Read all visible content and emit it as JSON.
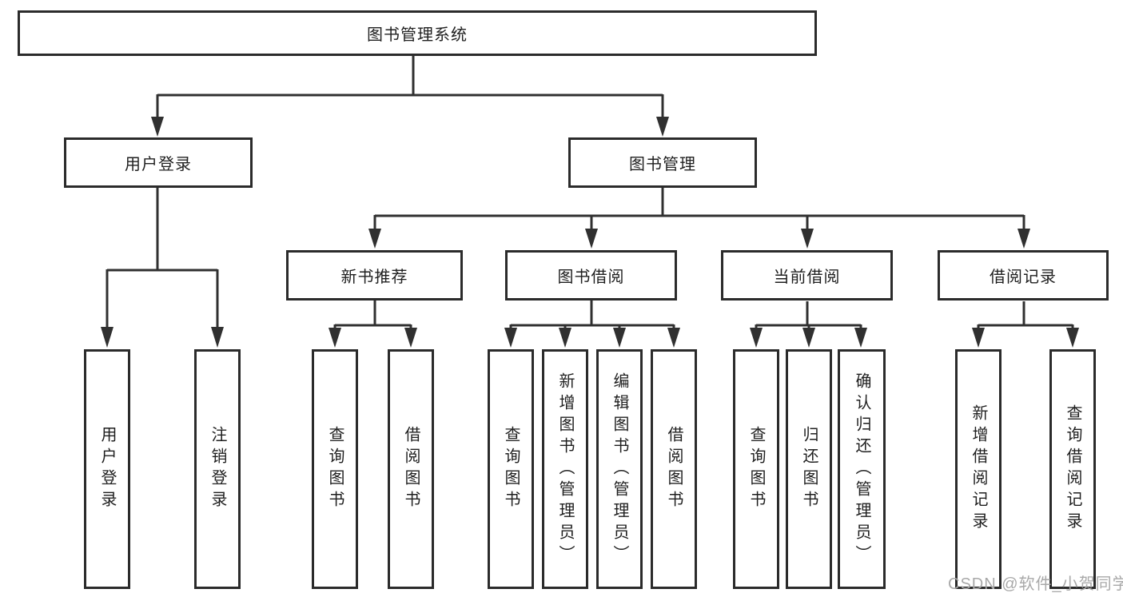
{
  "diagram": {
    "title": "图书管理系统",
    "watermark": "CSDN @软件_小贺同学",
    "colors": {
      "line": "#303030",
      "box_border": "#2b2b2b",
      "text": "#1f1f1f",
      "watermark_text": "#a9a9a9",
      "background": "#ffffff"
    },
    "nodes": {
      "root": {
        "label": "图书管理系统"
      },
      "user_login": {
        "label": "用户登录"
      },
      "book_mgmt": {
        "label": "图书管理"
      },
      "new_book_rec": {
        "label": "新书推荐"
      },
      "book_borrow": {
        "label": "图书借阅"
      },
      "current_borrow": {
        "label": "当前借阅"
      },
      "borrow_records": {
        "label": "借阅记录"
      },
      "leaf_user_login": {
        "label": "用户登录"
      },
      "leaf_logout": {
        "label": "注销登录"
      },
      "leaf_query_book_rec": {
        "label": "查询图书"
      },
      "leaf_borrow_book_rec": {
        "label": "借阅图书"
      },
      "leaf_query_book_borrow": {
        "label": "查询图书"
      },
      "leaf_add_book_admin": {
        "label": "新增图书（管理员）"
      },
      "leaf_edit_book_admin": {
        "label": "编辑图书（管理员）"
      },
      "leaf_borrow_book_borrow": {
        "label": "借阅图书"
      },
      "leaf_query_book_current": {
        "label": "查询图书"
      },
      "leaf_return_book": {
        "label": "归还图书"
      },
      "leaf_confirm_return_admin": {
        "label": "确认归还（管理员）"
      },
      "leaf_add_borrow_record": {
        "label": "新增借阅记录"
      },
      "leaf_query_borrow_record": {
        "label": "查询借阅记录"
      }
    },
    "structure": {
      "root_children": [
        "用户登录",
        "图书管理"
      ],
      "user_login_children": [
        "用户登录",
        "注销登录"
      ],
      "book_mgmt_children": [
        "新书推荐",
        "图书借阅",
        "当前借阅",
        "借阅记录"
      ],
      "new_book_rec_children": [
        "查询图书",
        "借阅图书"
      ],
      "book_borrow_children": [
        "查询图书",
        "新增图书（管理员）",
        "编辑图书（管理员）",
        "借阅图书"
      ],
      "current_borrow_children": [
        "查询图书",
        "归还图书",
        "确认归还（管理员）"
      ],
      "borrow_records_children": [
        "新增借阅记录",
        "查询借阅记录"
      ]
    }
  }
}
